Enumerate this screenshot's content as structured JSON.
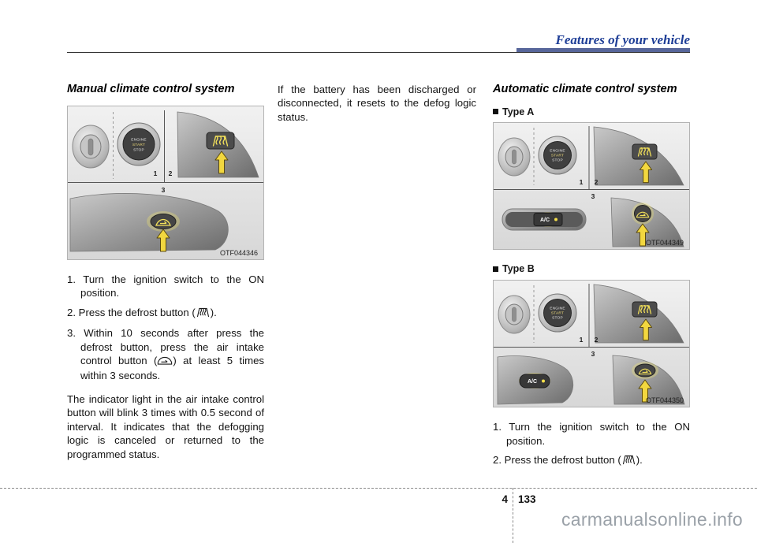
{
  "header": {
    "title": "Features of your vehicle"
  },
  "left": {
    "heading": "Manual climate control system",
    "steps": [
      {
        "num": "1.",
        "pre": "Turn the ignition switch to the ON position.",
        "post": ""
      },
      {
        "num": "2.",
        "pre": "Press the defrost button (",
        "post": ")."
      },
      {
        "num": "3.",
        "pre": "Within 10 seconds after press the defrost button, press the air intake control button (",
        "post": ") at least 5 times within 3 seconds."
      }
    ],
    "paragraph": "The indicator light in the air intake control button will blink 3 times with 0.5 second of interval. It indicates that the defogging logic is canceled or returned to the programmed status."
  },
  "middle": {
    "paragraph": "If the battery has been discharged or disconnected, it resets to the defog logic status."
  },
  "right": {
    "heading": "Automatic climate control system",
    "steps": [
      {
        "num": "1.",
        "pre": "Turn the ignition switch to the ON position.",
        "post": ""
      },
      {
        "num": "2.",
        "pre": "Press the defrost button (",
        "post": ")."
      }
    ]
  },
  "figures": {
    "shared": {
      "labels": [
        "1",
        "2",
        "3"
      ],
      "engine": [
        "ENGINE",
        "START",
        "STOP"
      ],
      "ac": "A/C"
    },
    "manual": {
      "code": "OTF044346"
    },
    "type_a": {
      "label": "Type A",
      "code": "OTF044349"
    },
    "type_b": {
      "label": "Type B",
      "code": "OTF044350"
    }
  },
  "icons": {
    "defrost": "front-windshield-defrost-icon",
    "air_intake": "air-intake-control-icon",
    "arrow": "yellow-up-arrow-icon"
  },
  "footer": {
    "chapter": "4",
    "page": "133",
    "watermark": "carmanualsonline.info"
  }
}
